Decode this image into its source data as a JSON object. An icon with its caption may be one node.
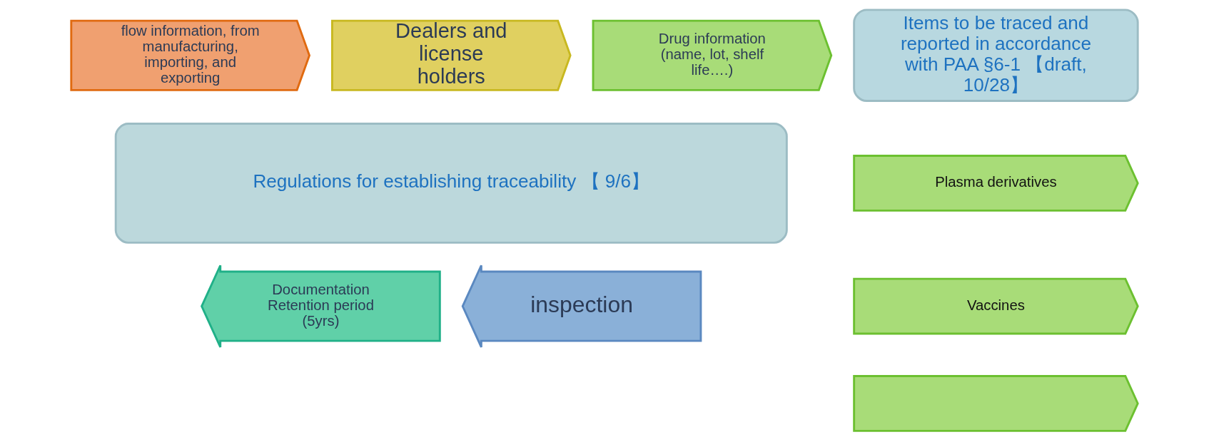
{
  "diagram": {
    "nodes": [
      {
        "text": [
          "flow information, from manufacturing, importing, and exporting"
        ]
      },
      {
        "text": [
          "Dealers and license holders"
        ]
      },
      {
        "text": [
          "Drug information (name, lot, shelf life….)"
        ]
      },
      {
        "text": [
          "Regulations for establishing traceability 【 9/6】"
        ]
      },
      {
        "text": [
          "Documentation Retention period (5yrs)"
        ]
      },
      {
        "text": [
          "inspection"
        ]
      },
      {
        "text": [
          "Items to be traced and reported in accordance with PAA §6-1 【draft, 10/28】"
        ]
      },
      {
        "text": [
          "Plasma derivatives"
        ]
      },
      {
        "text": [
          "Vaccines"
        ]
      },
      {
        "text": [],
        "shape": "chevron"
      }
    ]
  }
}
